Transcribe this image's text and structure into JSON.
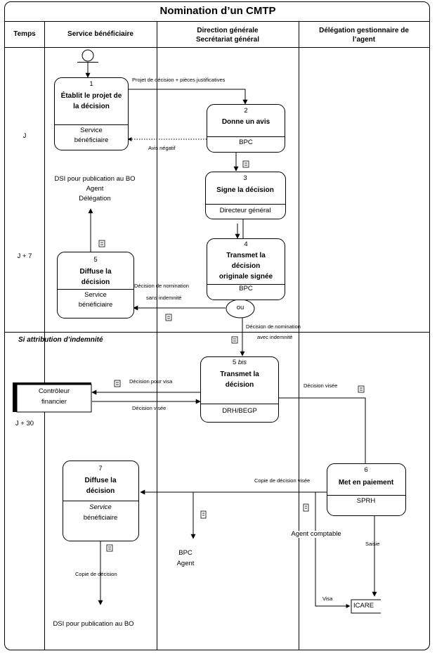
{
  "title": "Nomination d’un CMTP",
  "headers": {
    "temps": "Temps",
    "service": "Service bénéficiaire",
    "direction_1": "Direction générale",
    "direction_2": "Secrétariat général",
    "delegation_1": "Délégation gestionnaire de",
    "delegation_2": "l’agent"
  },
  "times": {
    "j": "J",
    "j7": "J + 7",
    "j30": "J + 30"
  },
  "section_label": "Si attribution d’indemnité",
  "steps": {
    "s1": {
      "num": "1",
      "line1": "Établit le projet de",
      "line2": "la décision",
      "actor1": "Service",
      "actor2": "bénéficiaire"
    },
    "s2": {
      "num": "2",
      "line1": "Donne un avis",
      "actor": "BPC"
    },
    "s3": {
      "num": "3",
      "line1": "Signe la décision",
      "actor": "Directeur général"
    },
    "s4": {
      "num": "4",
      "line1": "Transmet la",
      "line2": "décision",
      "line3": "originale signée",
      "actor": "BPC"
    },
    "s5": {
      "num": "5",
      "line1": "Diffuse la",
      "line2": "décision",
      "actor1": "Service",
      "actor2": "bénéficiaire"
    },
    "s5bis": {
      "num": "5",
      "num_suffix": "bis",
      "line1": "Transmet la",
      "line2": "décision",
      "actor": "DRH/BEGP"
    },
    "s6": {
      "num": "6",
      "line1": "Met en paiement",
      "actor": "SPRH"
    },
    "s7": {
      "num": "7",
      "line1": "Diffuse la",
      "line2": "décision",
      "actor1": "Service",
      "actor2": "bénéficiaire"
    }
  },
  "controller": {
    "line1": "Contrôleur",
    "line2": "financier"
  },
  "decision_node": "ou",
  "labels": {
    "projet": "Projet de décision + pièces justificatives",
    "avis_negatif": "Avis négatif",
    "dsi_bo_1": "DSI pour publication au BO",
    "agent": "Agent",
    "delegation": "Délégation",
    "sans_1": "Décision de nomination",
    "sans_2": "sans indemnité",
    "avec_1": "Décision de nomination",
    "avec_2": "avec indemnité",
    "pour_visa": "Décision pour visa",
    "visee_left": "Décision visée",
    "visee_right": "Décision visée",
    "copie_visee": "Copie de décision visée",
    "bpc": "BPC",
    "agent2": "Agent",
    "agent_comptable": "Agent comptable",
    "saisie": "Saisie",
    "visa": "Visa",
    "icare": "ICARE",
    "copie": "Copie de décision",
    "dsi_bo_2": "DSI pour publication au BO"
  }
}
